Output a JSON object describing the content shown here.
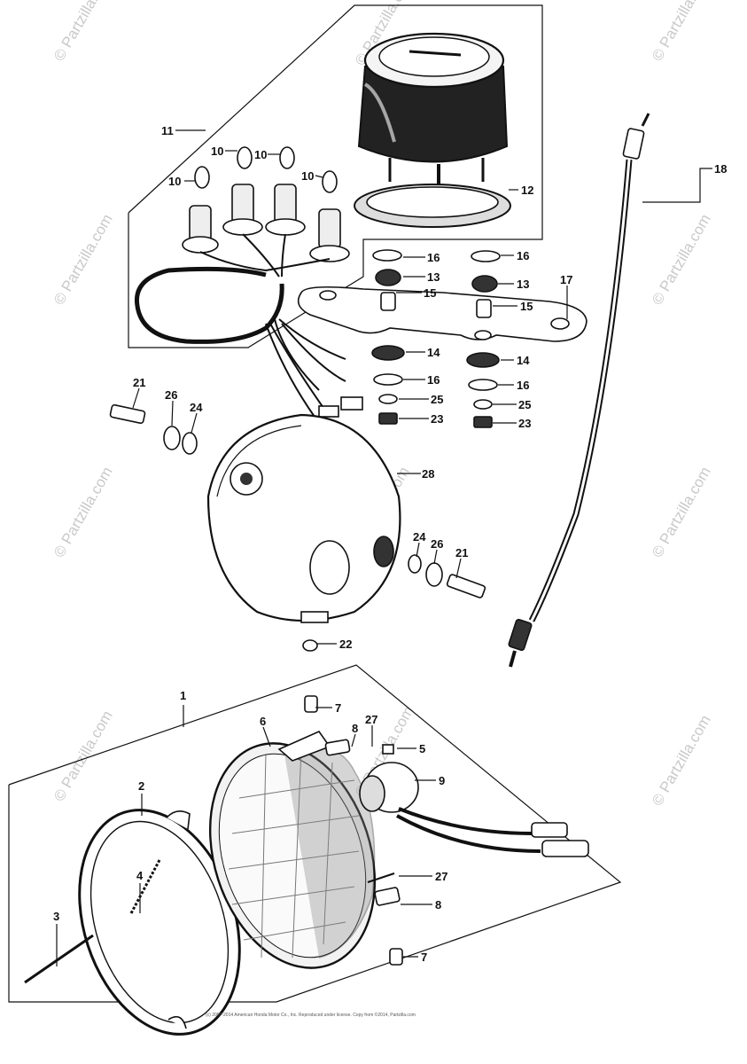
{
  "watermark": {
    "text": "© Partzilla.com",
    "color": "#c9c9c9"
  },
  "groups": {
    "meter_assembly": "11",
    "headlight_assembly": "1"
  },
  "callouts": {
    "p1": "1",
    "p2": "2",
    "p3": "3",
    "p4": "4",
    "p5": "5",
    "p6": "6",
    "p7a": "7",
    "p7b": "7",
    "p8a": "8",
    "p8b": "8",
    "p9": "9",
    "p10a": "10",
    "p10b": "10",
    "p10c": "10",
    "p10d": "10",
    "p11": "11",
    "p12": "12",
    "p13a": "13",
    "p13b": "13",
    "p14a": "14",
    "p14b": "14",
    "p15a": "15",
    "p15b": "15",
    "p16a": "16",
    "p16b": "16",
    "p16c": "16",
    "p16d": "16",
    "p17": "17",
    "p18": "18",
    "p21a": "21",
    "p21b": "21",
    "p22": "22",
    "p23a": "23",
    "p23b": "23",
    "p24a": "24",
    "p24b": "24",
    "p25a": "25",
    "p25b": "25",
    "p26a": "26",
    "p26b": "26",
    "p27a": "27",
    "p27b": "27",
    "p28": "28"
  },
  "footer_text": "(c) 2007-2014 American Honda Motor Co., Inc. Reproduced under license. Copy from ©2014, Partzilla.com"
}
